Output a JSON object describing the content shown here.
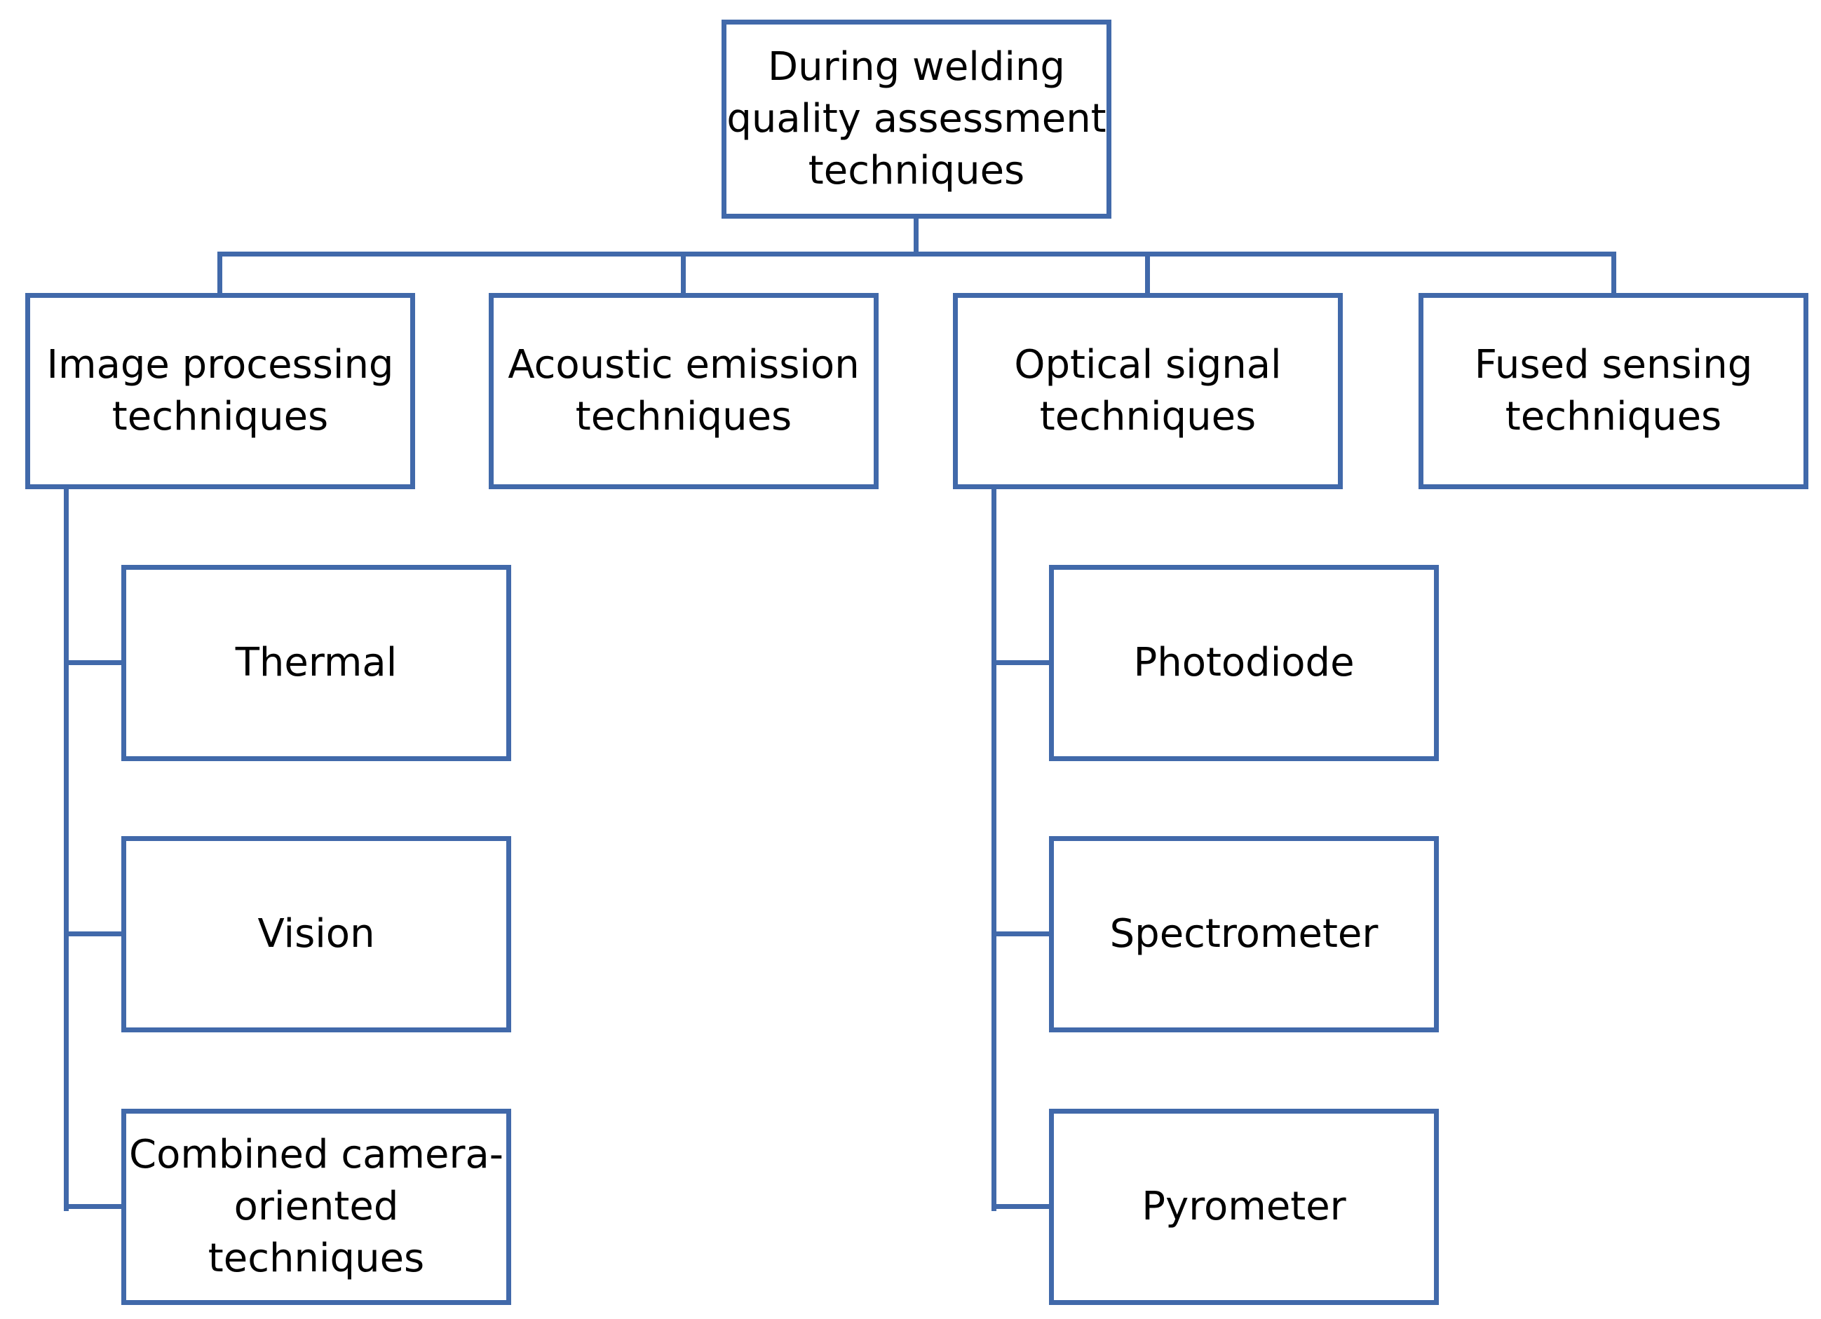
{
  "root": {
    "label": "During welding\nquality assessment\ntechniques"
  },
  "categories": [
    {
      "label": "Image processing\ntechniques"
    },
    {
      "label": "Acoustic emission\ntechniques"
    },
    {
      "label": "Optical signal\ntechniques"
    },
    {
      "label": "Fused sensing\ntechniques"
    }
  ],
  "image_processing_children": [
    {
      "label": "Thermal"
    },
    {
      "label": "Vision"
    },
    {
      "label": "Combined camera-\noriented\ntechniques"
    }
  ],
  "optical_signal_children": [
    {
      "label": "Photodiode"
    },
    {
      "label": "Spectrometer"
    },
    {
      "label": "Pyrometer"
    }
  ],
  "colors": {
    "border": "#4169aa",
    "text": "#000000",
    "background": "#ffffff"
  }
}
